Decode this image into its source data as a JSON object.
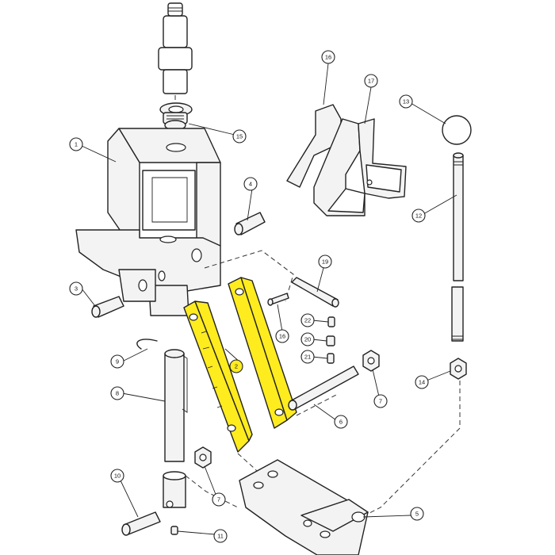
{
  "diagram": {
    "highlight_color": "#ffec1f",
    "callouts": [
      {
        "id": "c1",
        "label": "1"
      },
      {
        "id": "c2",
        "label": "2"
      },
      {
        "id": "c3",
        "label": "3"
      },
      {
        "id": "c4",
        "label": "4"
      },
      {
        "id": "c5",
        "label": "5"
      },
      {
        "id": "c6",
        "label": "6"
      },
      {
        "id": "c7a",
        "label": "7"
      },
      {
        "id": "c7b",
        "label": "7"
      },
      {
        "id": "c8",
        "label": "8"
      },
      {
        "id": "c9",
        "label": "9"
      },
      {
        "id": "c10",
        "label": "10"
      },
      {
        "id": "c11",
        "label": "11"
      },
      {
        "id": "c12",
        "label": "12"
      },
      {
        "id": "c13",
        "label": "13"
      },
      {
        "id": "c14",
        "label": "14"
      },
      {
        "id": "c15",
        "label": "15"
      },
      {
        "id": "c16a",
        "label": "16"
      },
      {
        "id": "c16b",
        "label": "16"
      },
      {
        "id": "c17",
        "label": "17"
      },
      {
        "id": "c19",
        "label": "19"
      },
      {
        "id": "c20",
        "label": "20"
      },
      {
        "id": "c21",
        "label": "21"
      },
      {
        "id": "c22",
        "label": "22"
      }
    ]
  }
}
